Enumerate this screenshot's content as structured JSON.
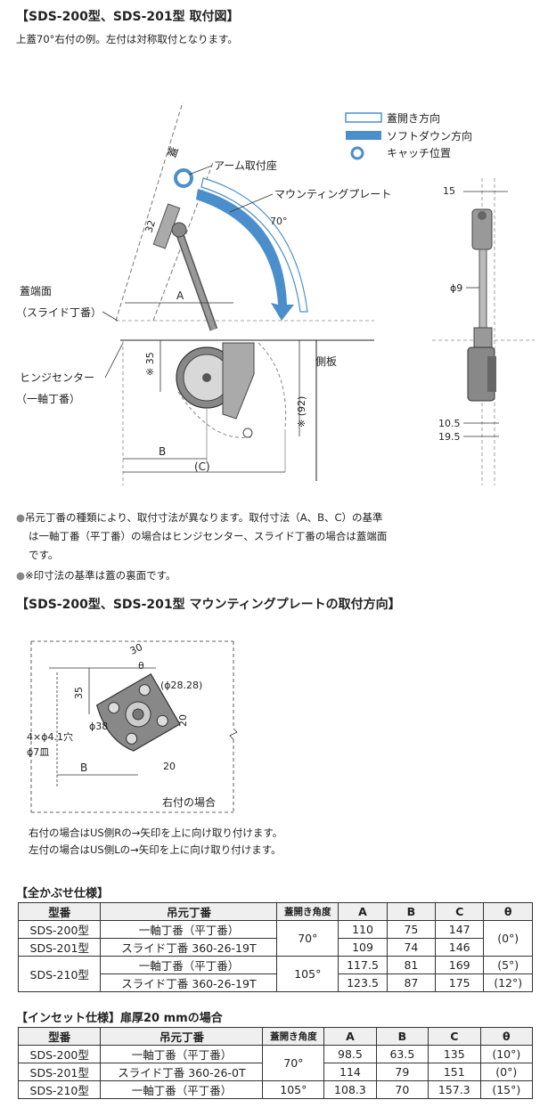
{
  "section1": {
    "title": "【SDS-200型、SDS-201型 取付図】",
    "subtitle": "上蓋70°右付の例。左付は対称取付となります。"
  },
  "legend": {
    "open_dir": "蓋開き方向",
    "soft_down_dir": "ソフトダウン方向",
    "catch_pos": "キャッチ位置",
    "open_color": "#ffffff",
    "soft_color": "#4a8fcc",
    "catch_color": "#4a8fcc"
  },
  "diagram1": {
    "lid": "蓋",
    "arm_seat": "アーム取付座",
    "mounting_plate": "マウンティングプレート",
    "angle": "70°",
    "lid_edge": "蓋端面",
    "lid_edge_sub": "（スライド丁番）",
    "hinge_center": "ヒンジセンター",
    "hinge_center_sub": "（一軸丁番）",
    "side_panel": "側板",
    "dim_A": "A",
    "dim_B": "B",
    "dim_C": "(C)",
    "dim_32": "32",
    "dim_35": "※ 35",
    "dim_92": "※ (92)",
    "dim_15": "15",
    "dim_phi9": "ϕ9",
    "dim_10_5": "10.5",
    "dim_19_5": "19.5"
  },
  "notes": {
    "note1_line1": "吊元丁番の種類により、取付寸法が異なります。取付寸法（A、B、C）の基準",
    "note1_line2": "は一軸丁番（平丁番）の場合はヒンジセンター、スライド丁番の場合は蓋端面",
    "note1_line3": "です。",
    "note2": "※印寸法の基準は蓋の裏面です。"
  },
  "section2": {
    "title": "【SDS-200型、SDS-201型 マウンティングプレートの取付方向】"
  },
  "diagram2": {
    "dim_30": "30",
    "theta": "θ",
    "dim_35": "35",
    "dim_phi28": "(ϕ28.28)",
    "dim_phi38": "ϕ38",
    "dim_20a": "20",
    "dim_20b": "20",
    "holes": "4×ϕ4.1穴",
    "counterbore": "ϕ7皿",
    "dim_B": "B",
    "caption": "右付の場合"
  },
  "mount_notes": {
    "line1": "右付の場合はUS側Rの→矢印を上に向け取り付けます。",
    "line2": "左付の場合はUS側Lの→矢印を上に向け取り付けます。"
  },
  "table1": {
    "title": "【全かぶせ仕様】",
    "headers": [
      "型番",
      "吊元丁番",
      "蓋開き角度",
      "A",
      "B",
      "C",
      "θ"
    ],
    "models": [
      "SDS-200型",
      "SDS-201型",
      "SDS-210型"
    ],
    "rows": [
      {
        "hinge": "一軸丁番（平丁番）",
        "A": "110",
        "B": "75",
        "C": "147"
      },
      {
        "hinge": "スライド丁番 360-26-19T",
        "A": "109",
        "B": "74",
        "C": "146"
      },
      {
        "hinge": "一軸丁番（平丁番）",
        "A": "117.5",
        "B": "81",
        "C": "169",
        "theta": "(5°)"
      },
      {
        "hinge": "スライド丁番 360-26-19T",
        "A": "123.5",
        "B": "87",
        "C": "175",
        "theta": "(12°)"
      }
    ],
    "angle_70": "70°",
    "angle_105": "105°",
    "theta_0": "(0°)"
  },
  "table2": {
    "title": "【インセット仕様】扉厚20 mmの場合",
    "headers": [
      "型番",
      "吊元丁番",
      "蓋開き角度",
      "A",
      "B",
      "C",
      "θ"
    ],
    "rows": [
      {
        "model": "SDS-200型",
        "hinge": "一軸丁番（平丁番）",
        "A": "98.5",
        "B": "63.5",
        "C": "135",
        "theta": "(10°)"
      },
      {
        "model": "SDS-201型",
        "hinge": "スライド丁番 360-26-0T",
        "A": "114",
        "B": "79",
        "C": "151",
        "theta": "(0°)"
      },
      {
        "model": "SDS-210型",
        "hinge": "一軸丁番（平丁番）",
        "angle": "105°",
        "A": "108.3",
        "B": "70",
        "C": "157.3",
        "theta": "(15°)"
      }
    ],
    "angle_70": "70°"
  }
}
